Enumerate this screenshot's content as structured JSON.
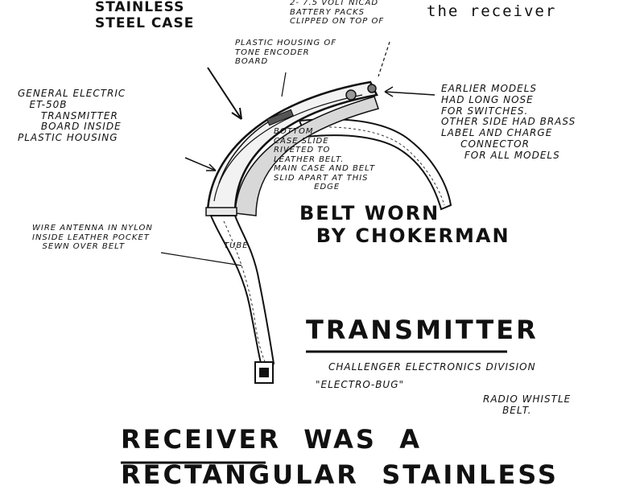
{
  "labels": {
    "steel_case": "STAINLESS\nSTEEL CASE",
    "battery_packs": "2- 7.5 VOLT NICAD\nBATTERY PACKS\nCLIPPED ON TOP OF",
    "battery_num": "2",
    "receiver_top": "the receiver",
    "plastic_housing": "PLASTIC HOUSING OF\nTONE ENCODER\nBOARD",
    "ge_transmitter": "GENERAL ELECTRIC\n   ET-50B\n      TRANSMITTER\n      BOARD INSIDE\nPLASTIC HOUSING",
    "earlier_models": "EARLIER MODELS\nHAD LONG NOSE\nFOR SWITCHES.\nOTHER SIDE HAD BRASS\nLABEL AND CHARGE\n     CONNECTOR\n      FOR ALL MODELS",
    "bottom_case": "BOTTOM\nCASE SLIDE\nRIVETED TO\nLEATHER BELT.\nMAIN CASE AND BELT\nSLID APART AT THIS\n            EDGE",
    "belt_worn": "BELT WORN\n  BY CHOKERMAN",
    "wire_antenna": "WIRE ANTENNA IN NYLON\nINSIDE LEATHER POCKET\n   SEWN OVER BELT",
    "nylon_tube": "TUBE",
    "transmitter_title": "TRANSMITTER",
    "challenger": "CHALLENGER ELECTRONICS DIVISION",
    "electro_bug": "\"ELECTRO-BUG\"",
    "radio_whistle": "RADIO WHISTLE\n     BELT.",
    "receiver_line1": "RECEIVER  WAS  A",
    "receiver_line2": "RECTANGULAR  STAINLESS"
  }
}
